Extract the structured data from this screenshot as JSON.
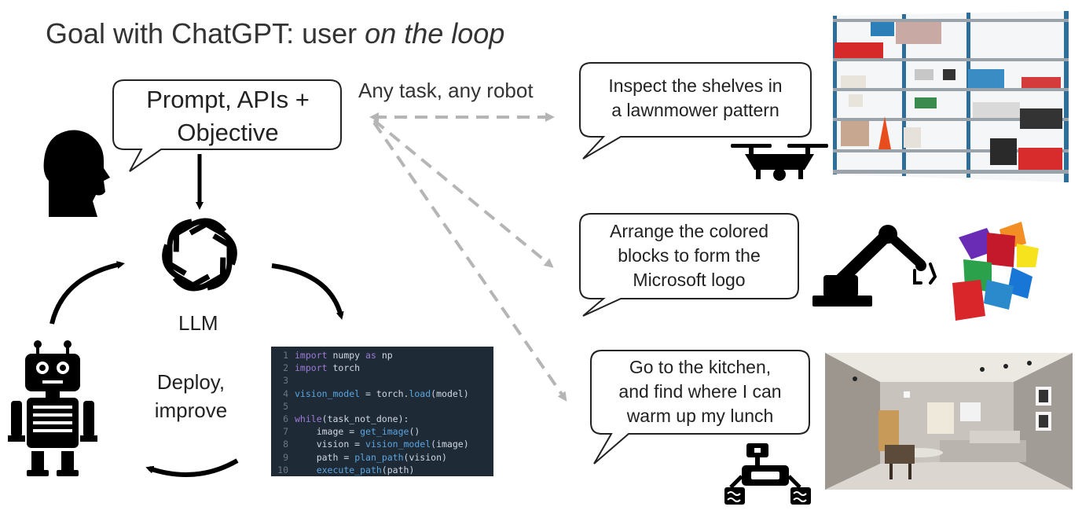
{
  "title": {
    "prefix": "Goal with ChatGPT: user ",
    "emphasis": "on the loop"
  },
  "user_prompt": {
    "line1": "Prompt, APIs +",
    "line2": "Objective"
  },
  "llm_label": "LLM",
  "deploy_label": {
    "line1": "Deploy,",
    "line2": "improve"
  },
  "any_task_label": "Any task, any robot",
  "tasks": [
    {
      "line1": "Inspect the shelves in",
      "line2": "a lawnmower pattern"
    },
    {
      "line1": "Arrange the colored",
      "line2": "blocks to form the",
      "line3": "Microsoft logo"
    },
    {
      "line1": "Go to the kitchen,",
      "line2": "and find where I can",
      "line3": "warm up my lunch"
    }
  ],
  "code": {
    "lines": [
      {
        "n": "1",
        "t": "import numpy as np"
      },
      {
        "n": "2",
        "t": "import torch"
      },
      {
        "n": "3",
        "t": ""
      },
      {
        "n": "4",
        "t": "vision_model = torch.load(model)"
      },
      {
        "n": "5",
        "t": ""
      },
      {
        "n": "6",
        "t": "while(task_not_done):"
      },
      {
        "n": "7",
        "t": "    image = get_image()"
      },
      {
        "n": "8",
        "t": "    vision = vision_model(image)"
      },
      {
        "n": "9",
        "t": "    path = plan_path(vision)"
      },
      {
        "n": "10",
        "t": "    execute_path(path)"
      }
    ]
  },
  "icons": {
    "user": "user-silhouette-icon",
    "llm": "openai-logo-icon",
    "robot": "robot-icon",
    "drone": "drone-icon",
    "arm": "robot-arm-icon",
    "rover": "rover-robot-icon"
  },
  "colors": {
    "arrow_gray": "#b5b5b5",
    "code_bg": "#1f2a37"
  }
}
